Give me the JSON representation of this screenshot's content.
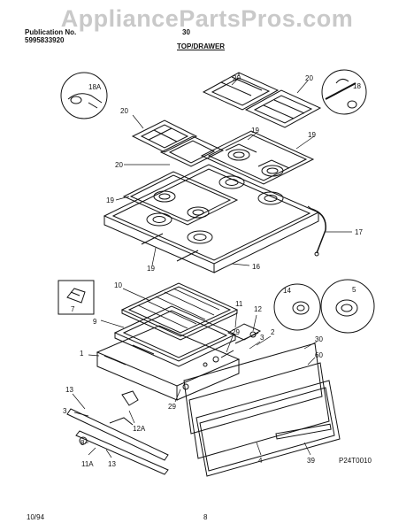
{
  "header": {
    "publication_label": "Publication No.",
    "publication_number": "5995833920",
    "model": "30",
    "section_title": "TOP/DRAWER"
  },
  "watermark": "AppliancePartsPros.com",
  "callouts": {
    "c18a": "18A",
    "c16": "16",
    "c20a": "20",
    "c20b": "20",
    "c20c": "20",
    "c20d": "20",
    "c19a": "19",
    "c19b": "19",
    "c19c": "19",
    "c19d": "19",
    "c17": "17",
    "c18": "18",
    "c10": "10",
    "c7": "7",
    "c9": "9",
    "c14": "14",
    "c5": "5",
    "c11": "11",
    "c12": "12",
    "c2": "2",
    "c3": "3",
    "c29a": "29",
    "c29b": "29",
    "c30": "30",
    "c60": "60",
    "c1": "1",
    "c13a": "13",
    "c13b": "13",
    "c8": "8",
    "c11a": "11A",
    "c12a": "12A",
    "c4": "4",
    "c39": "39"
  },
  "diagram_code": "P24T0010",
  "footer": {
    "date": "10/94",
    "page": "8"
  }
}
